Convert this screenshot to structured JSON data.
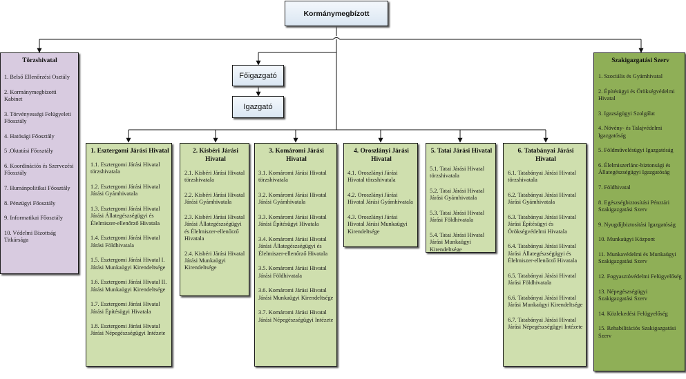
{
  "top": {
    "label": "Kormánymegbízott"
  },
  "director_general": {
    "label": "Főigazgató"
  },
  "director": {
    "label": "Igazgató"
  },
  "torzshivatal": {
    "title": "Törzshivatal",
    "items": [
      "1. Belső Ellenőrzési Osztály",
      "2. Kormánymegbízotti Kabinet",
      "3. Törvényességi Felügyeleti Főosztály",
      "4. Hatósági Főosztály",
      "5 .Oktatási Főosztály",
      "6. Koordinációs és Szervezési Főosztály",
      "7. Humánpolitikai Főosztály",
      "8. Pénzügyi Főosztály",
      "9. Informatikai Főosztály",
      "10. Védelmi Bizottság Titkársága"
    ]
  },
  "szakigazgatasi": {
    "title": "Szakigazgatási Szerv",
    "items": [
      "1. Szociális és Gyámhivatal",
      "2. Építésügyi és Örökségvédelmi Hivatal",
      "3. Igazságügyi Szolgálat",
      "4. Növény- és Talajvédelmi Igazgatóság",
      "5. Földművelésügyi Igazgatóság",
      "6. Élelmiszerlánc-biztonsági és Állategészségügyi Igazgatóság",
      "7. Földhivatal",
      "8. Egészségbiztosítási Pénztári Szakigazgatási Szerv",
      "9. Nyugdíjbiztosítási Igazgatóság",
      "10. Munkaügyi Központ",
      "11. Munkavédelmi és Munkaügyi Szakigazgatási Szerv",
      "12. Fogyasztóvédelmi Felügyelőség",
      "13. Népegészségügyi Szakigazgatási Szerv",
      "14. Közlekedési Felügyelőség",
      "15. Rehabilitációs Szakigazgatási Szerv"
    ]
  },
  "offices": [
    {
      "title": "1. Esztergomi Járási Hivatal",
      "items": [
        "1.1. Esztergomi Járási Hivatal törzshivatala",
        "1.2. Esztergomi Járási Hivatal Járási Gyámhivatala",
        "1.3. Esztergomi Járási Hivatal Járási Állategészségügyi és Élelmiszer-ellenőrző Hivatala",
        "1.4. Esztergomi Járási Hivatal Járási Földhivatala",
        "1.5. Esztergomi Járási Hivatal I. Járási Munkaügyi Kirendeltsége",
        "1.6. Esztergomi Járási Hivatal II. Járási Munkaügyi Kirendeltsége",
        "1.7. Esztergomi Járási Hivatal Járási Építésügyi Hivatala",
        "1.8. Esztergomi Járási Hivatal Járási Népegészségügyi Intézete"
      ]
    },
    {
      "title": "2. Kisbéri Járási Hivatal",
      "items": [
        "2.1. Kisbéri Járási Hivatal törzshivatala",
        "2.2. Kisbéri Járási Hivatal Járási Gyámhivatala",
        "2.3. Kisbéri Járási Hivatal Járási Állategészségügyi és Élelmiszer-ellenőrző Hivatala",
        "2.4. Kisbéri Járási Hivatal Járási Munkaügyi Kirendeltsége"
      ]
    },
    {
      "title": "3. Komáromi Járási Hivatal",
      "items": [
        "3.1. Komáromi Járási Hivatal törzshivatala",
        "3.2. Komáromi Járási Hivatal Járási  Gyámhivatala",
        "3.3. Komáromi Járási Hivatal Járási Építésügyi Hivatala",
        "3.4. Komáromi Járási Hivatal Járási Állategészségügyi és Élelmiszer-ellenőrző Hivatala",
        "3.5. Komáromi Járási Hivatal Járási Földhivatala",
        "3.6. Komáromi Járási Hivatal Járási Munkaügyi Kirendeltsége",
        "3.7. Komáromi Járási Hivatal Járási Népegészségügyi Intézete"
      ]
    },
    {
      "title": "4. Oroszlányi Járási Hivatal",
      "items": [
        "4.1. Oroszlányi Járási Hivatal törzshivatala",
        "4.2. Oroszlányi Járási Hivatal Járási Gyámhivatala",
        "4.3. Oroszlányi Járási Hivatal Járási Munkaügyi Kirendeltsége"
      ]
    },
    {
      "title": "5. Tatai Járási Hivatal",
      "items": [
        "5.1. Tatai Járási Hivatal törzshivatala",
        "5.2. Tatai Járási Hivatal Járási Gyámhivatala",
        "5.3. Tatai Járási Hivatal Járási Földhivatala",
        "5.4. Tatai Járási Hivatal Járási Munkaügyi Kirendeltsége"
      ]
    },
    {
      "title": "6. Tatabányai Járási Hivatal",
      "items": [
        "6.1. Tatabányai Járási Hivatal törzshivatala",
        "6.2. Tatabányai Járási Hivatal Járási Gyámhivatala",
        "6.3. Tatabányai Járási Hivatal Járási Építésügyi és Örökségvédelmi Hivatala",
        "6.4. Tatabányai Járási Hivatal Járási Állategészségügyi és Élelmiszer-ellenőrző Hivatala",
        "6.5. Tatabányai Járási Hivatal Járási Földhivatala",
        "6.6. Tatabányai Járási Hivatal Járási Munkaügyi Kirendeltsége",
        "6.7. Tatabányai Járási Hivatal Járási Népegészségügyi Intézete"
      ]
    }
  ]
}
